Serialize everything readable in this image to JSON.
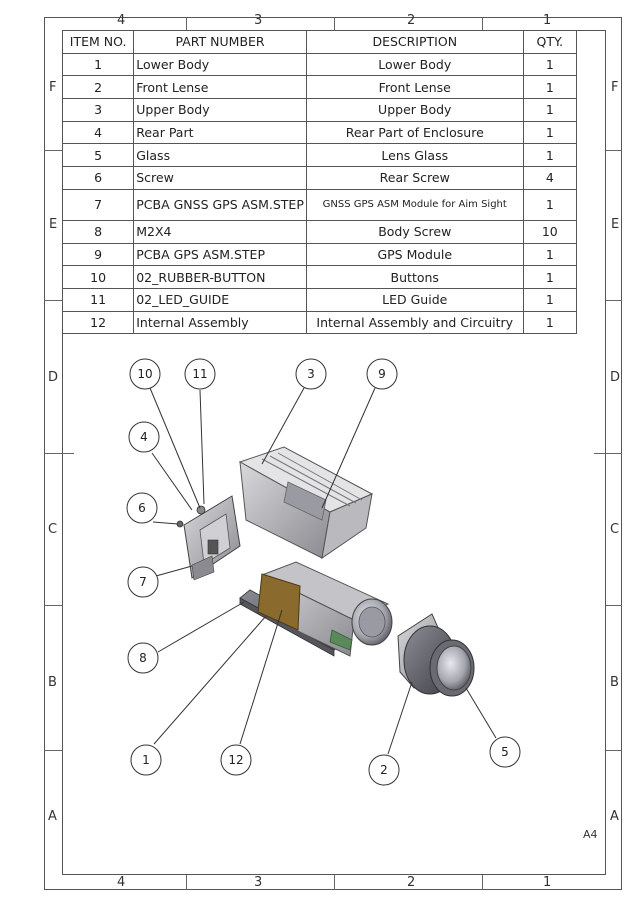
{
  "bom": {
    "headers": [
      "ITEM NO.",
      "PART NUMBER",
      "DESCRIPTION",
      "QTY."
    ],
    "rows": [
      {
        "item": "1",
        "part": "Lower Body",
        "desc": "Lower Body",
        "qty": "1"
      },
      {
        "item": "2",
        "part": "Front Lense",
        "desc": "Front Lense",
        "qty": "1"
      },
      {
        "item": "3",
        "part": "Upper Body",
        "desc": "Upper Body",
        "qty": "1"
      },
      {
        "item": "4",
        "part": "Rear Part",
        "desc": "Rear Part of Enclosure",
        "qty": "1"
      },
      {
        "item": "5",
        "part": "Glass",
        "desc": "Lens Glass",
        "qty": "1"
      },
      {
        "item": "6",
        "part": "Screw",
        "desc": "Rear Screw",
        "qty": "4"
      },
      {
        "item": "7",
        "part": "PCBA GNSS GPS ASM.STEP",
        "desc": "GNSS GPS ASM Module for Aim Sight",
        "qty": "1"
      },
      {
        "item": "8",
        "part": "M2X4",
        "desc": "Body Screw",
        "qty": "10"
      },
      {
        "item": "9",
        "part": "PCBA GPS ASM.STEP",
        "desc": "GPS Module",
        "qty": "1"
      },
      {
        "item": "10",
        "part": "02_RUBBER-BUTTON",
        "desc": "Buttons",
        "qty": "1"
      },
      {
        "item": "11",
        "part": "02_LED_GUIDE",
        "desc": "LED Guide",
        "qty": "1"
      },
      {
        "item": "12",
        "part": "Internal Assembly",
        "desc": "Internal Assembly and Circuitry",
        "qty": "1"
      }
    ]
  },
  "zones": {
    "columns": [
      "4",
      "3",
      "2",
      "1"
    ],
    "rows": [
      "F",
      "E",
      "D",
      "C",
      "B",
      "A"
    ]
  },
  "callouts": [
    "10",
    "11",
    "3",
    "9",
    "4",
    "6",
    "7",
    "8",
    "1",
    "12",
    "2",
    "5"
  ],
  "sheet_size": "A4"
}
